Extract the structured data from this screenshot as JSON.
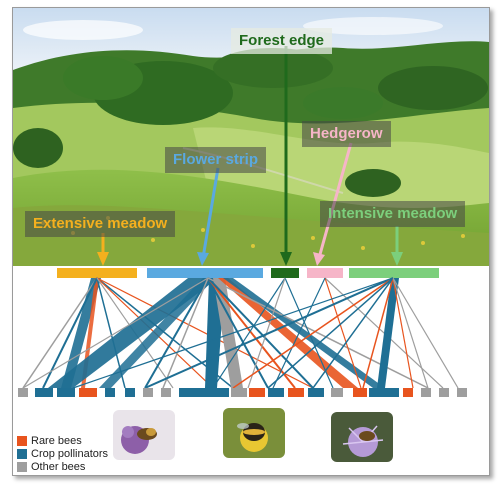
{
  "labels": {
    "forest_edge": "Forest edge",
    "flower_strip": "Flower strip",
    "hedgerow": "Hedgerow",
    "extensive_meadow": "Extensive meadow",
    "intensive_meadow": "Intensive meadow"
  },
  "colors": {
    "extensive_meadow": "#f4b01e",
    "flower_strip": "#5aa9e0",
    "forest_edge": "#1f6a1c",
    "hedgerow": "#f6b5c8",
    "intensive_meadow": "#7ccf7c",
    "rare_bees": "#e8541e",
    "crop_pollinators": "#1f6f94",
    "other_bees": "#9e9e9e"
  },
  "legend": [
    {
      "label": "Rare bees",
      "color_key": "rare_bees"
    },
    {
      "label": "Crop pollinators",
      "color_key": "crop_pollinators"
    },
    {
      "label": "Other bees",
      "color_key": "other_bees"
    }
  ],
  "bee_photos": [
    {
      "icon": "bee-on-purple-flower-photo"
    },
    {
      "icon": "bumblebee-on-yellow-flower-photo"
    },
    {
      "icon": "bee-on-thistle-photo"
    }
  ]
}
